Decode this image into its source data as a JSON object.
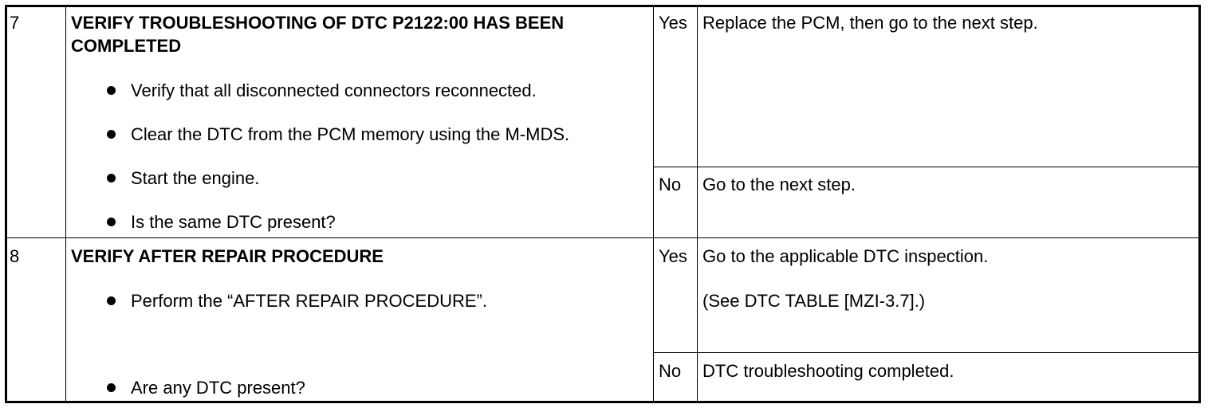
{
  "steps": [
    {
      "number": "7",
      "title_line1": "VERIFY TROUBLESHOOTING OF DTC P2122:00 HAS BEEN",
      "title_line2": "COMPLETED",
      "bullets": [
        "Verify that all disconnected connectors reconnected.",
        "Clear the DTC from the PCM memory using the M-MDS.",
        "Start the engine.",
        "Is the same DTC present?"
      ],
      "yes_label": "Yes",
      "yes_action": "Replace the PCM, then go to the next step.",
      "no_label": "No",
      "no_action": "Go to the next step."
    },
    {
      "number": "8",
      "title": "VERIFY AFTER REPAIR PROCEDURE",
      "bullets": [
        "Perform the “AFTER REPAIR PROCEDURE”.",
        "Are any DTC present?"
      ],
      "yes_label": "Yes",
      "yes_action_line1": "Go to the applicable DTC inspection.",
      "yes_action_line2": "(See DTC TABLE [MZI-3.7].)",
      "no_label": "No",
      "no_action": "DTC troubleshooting completed."
    }
  ]
}
